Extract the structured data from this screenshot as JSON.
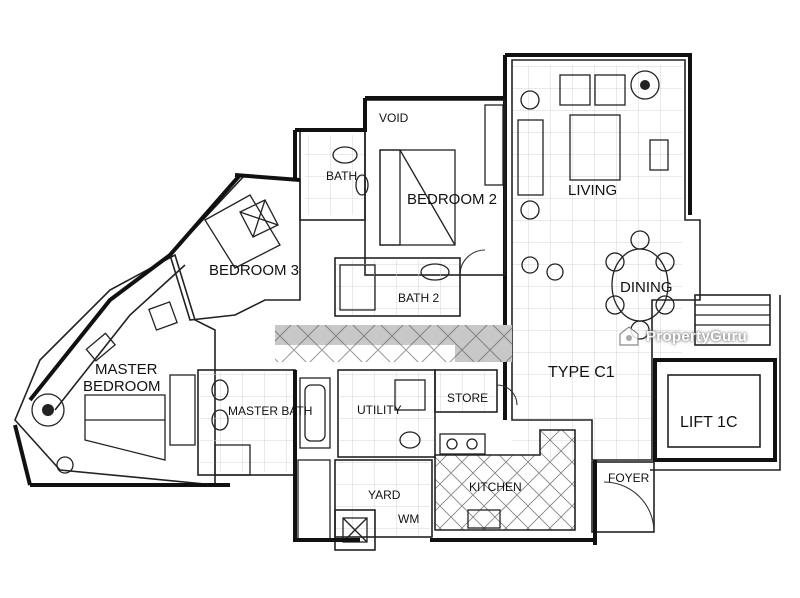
{
  "rooms": {
    "void": "VOID",
    "bath": "BATH",
    "bedroom2": "BEDROOM 2",
    "living": "LIVING",
    "bedroom3": "BEDROOM 3",
    "bath2": "BATH 2",
    "dining": "DINING",
    "master_bedroom_line1": "MASTER",
    "master_bedroom_line2": "BEDROOM",
    "type": "TYPE C1",
    "master_bath": "MASTER BATH",
    "utility": "UTILITY",
    "store": "STORE",
    "lift": "LIFT 1C",
    "kitchen": "KITCHEN",
    "foyer": "FOYER",
    "yard": "YARD",
    "wm": "WM"
  },
  "watermark": {
    "text": "PropertyGuru"
  },
  "colors": {
    "line": "#111111",
    "corridor_fill": "#c8c8c8",
    "background": "#ffffff"
  }
}
